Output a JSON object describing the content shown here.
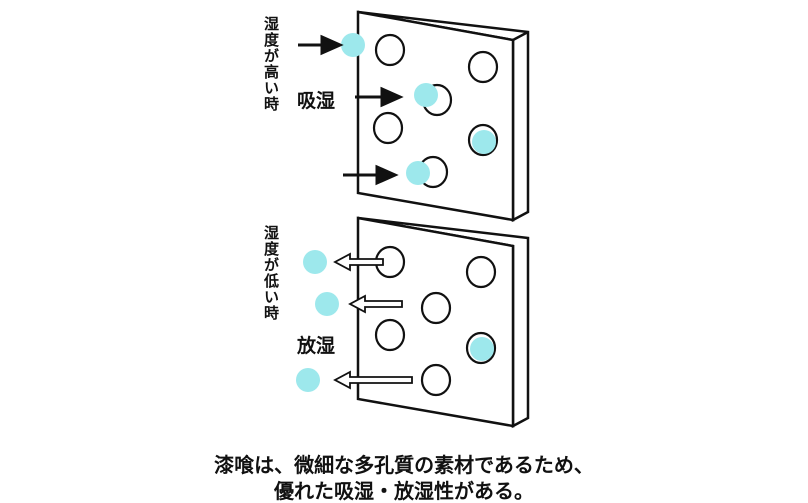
{
  "top": {
    "condition": "湿度が高い時",
    "action": "吸湿"
  },
  "bottom": {
    "condition": "湿度が低い時",
    "action": "放湿"
  },
  "caption": {
    "line1": "漆喰は、微細な多孔質の素材であるため、",
    "line2": "優れた吸湿・放湿性がある。"
  },
  "colors": {
    "moisture": "#9de8ec",
    "line": "#111111"
  }
}
